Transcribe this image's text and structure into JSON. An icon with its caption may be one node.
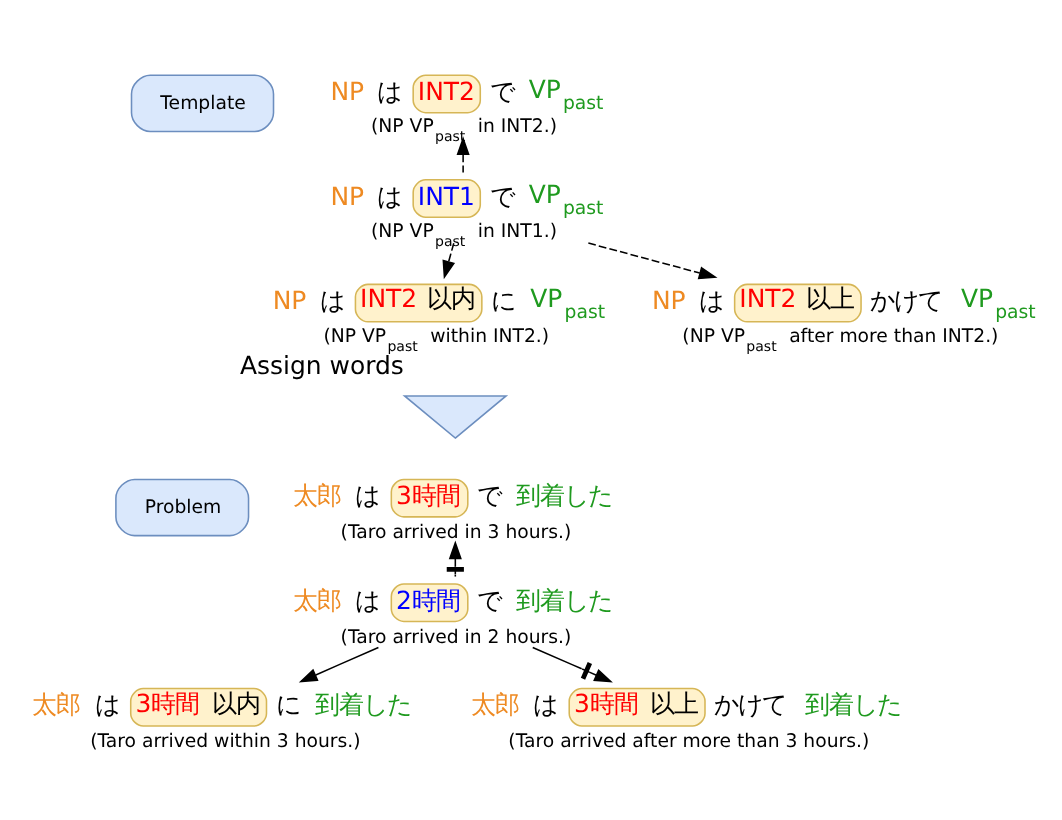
{
  "diagram": {
    "nodes": [
      {
        "text": [
          "Template"
        ]
      },
      {
        "text": [
          "NP は INT2 で VP$_{past}$",
          "(NP VP$_{past}$ in INT2.)"
        ]
      },
      {
        "text": [
          "NP は INT1 で VP$_{past}$",
          "(NP VP$_{past}$ in INT1.)"
        ]
      },
      {
        "text": [
          "NP は INT2 以内 に VP$_{past}$",
          "(NP VP$_{past}$ within INT2.)"
        ]
      },
      {
        "text": [
          "NP は INT2 以上 かけて VP$_{past}$",
          "(NP VP$_{past}$ after more than INT2.)"
        ]
      },
      {
        "text": [],
        "shape": "arrow",
        "beside": [
          "Assign words"
        ]
      },
      {
        "text": [
          "Problem"
        ]
      },
      {
        "text": [
          "太郎 は 3時間 で 到着した",
          "(Taro arrived in 3 hours.)"
        ]
      },
      {
        "text": [
          "太郎 は 2時間 で 到着した",
          "(Taro arrived in 2 hours.)"
        ]
      },
      {
        "text": [
          "太郎 は 3時間 以内 に 到着した",
          "(Taro arrived within 3 hours.)"
        ]
      },
      {
        "text": [
          "太郎 は 3時間 以上 かけて 到着した",
          "(Taro arrived after more than 3 hours.)"
        ]
      }
    ],
    "edges": [
      {
        "from": 2,
        "to": 1,
        "arrow": "to",
        "style": "dashed"
      },
      {
        "from": 2,
        "to": 3,
        "arrow": "to",
        "style": "dashed"
      },
      {
        "from": 2,
        "to": 4,
        "arrow": "to",
        "style": "dashed"
      },
      {
        "from": 8,
        "to": 7,
        "arrow": "to"
      },
      {
        "from": 8,
        "to": 9,
        "arrow": "to"
      },
      {
        "from": 8,
        "to": 10,
        "arrow": "to"
      }
    ]
  }
}
